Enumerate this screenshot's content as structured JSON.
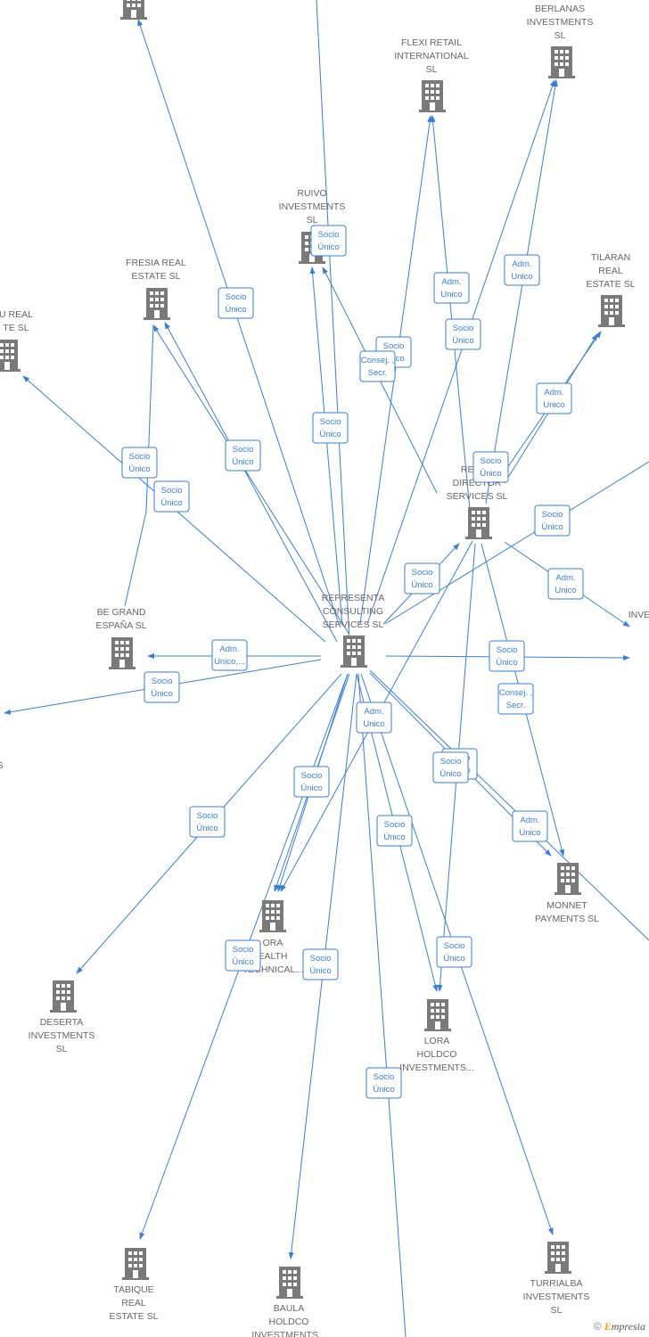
{
  "colors": {
    "edge": "#3a7fd5",
    "node_icon": "#7a7a7a",
    "node_text": "#666666"
  },
  "nodes": [
    {
      "id": "top",
      "lines": []
    },
    {
      "id": "berlanas",
      "lines": [
        "BERLANAS",
        "INVESTMENTS",
        "SL"
      ]
    },
    {
      "id": "flexi",
      "lines": [
        "FLEXI RETAIL",
        "INTERNATIONAL",
        "SL"
      ]
    },
    {
      "id": "ruivo",
      "lines": [
        "RUIVO",
        "INVESTMENTS",
        "SL"
      ]
    },
    {
      "id": "tilaran",
      "lines": [
        "TILARAN",
        "REAL",
        "ESTATE  SL"
      ]
    },
    {
      "id": "fresia",
      "lines": [
        "FRESIA REAL",
        "ESTATE  SL"
      ]
    },
    {
      "id": "ureal",
      "lines": [
        "U REAL",
        "TE  SL"
      ]
    },
    {
      "id": "repdirector",
      "lines": [
        "REPRE",
        "DIRECTOR",
        "SERVICES  SL"
      ]
    },
    {
      "id": "representa",
      "lines": [
        "REPRESENTA",
        "CONSULTING",
        "SERVICES  SL"
      ]
    },
    {
      "id": "begrand",
      "lines": [
        "BE GRAND",
        "ESPAÑA  SL"
      ]
    },
    {
      "id": "inve",
      "lines": [
        "INVE"
      ]
    },
    {
      "id": "leftS",
      "lines": [
        "S"
      ]
    },
    {
      "id": "monnet",
      "lines": [
        "MONNET",
        "PAYMENTS  SL"
      ]
    },
    {
      "id": "deserta",
      "lines": [
        "DESERTA",
        "INVESTMENTS",
        "SL"
      ]
    },
    {
      "id": "ora",
      "lines": [
        "ORA",
        "EALTH",
        "TECHNICAL..."
      ]
    },
    {
      "id": "lora",
      "lines": [
        "LORA",
        "HOLDCO",
        "INVESTMENTS..."
      ]
    },
    {
      "id": "tabique",
      "lines": [
        "TABIQUE",
        "REAL",
        "ESTATE  SL"
      ]
    },
    {
      "id": "baula",
      "lines": [
        "BAULA",
        "HOLDCO",
        "INVESTMENTS..."
      ]
    },
    {
      "id": "turrialba",
      "lines": [
        "TURRIALBA",
        "INVESTMENTS",
        "SL"
      ]
    }
  ],
  "edge_labels": [
    [
      "Socio",
      "Único"
    ],
    [
      "Socio",
      "Único"
    ],
    [
      "Socio",
      "Único"
    ],
    [
      "Adm.",
      "Unico"
    ],
    [
      "Socio",
      "Único"
    ],
    [
      "Adm.",
      "Unico"
    ],
    [
      "Socio",
      "Único"
    ],
    [
      "Consej. ,",
      "Secr."
    ],
    [
      "Socio",
      "Único"
    ],
    [
      "Socio",
      "Único"
    ],
    [
      "Adm.",
      "Unico"
    ],
    [
      "Socio",
      "Único"
    ],
    [
      "Socio",
      "Único"
    ],
    [
      "Socio",
      "Único"
    ],
    [
      "Socio",
      "Único"
    ],
    [
      "Adm.",
      "Unico"
    ],
    [
      "Socio",
      "Único"
    ],
    [
      "Adm.",
      "Unico,..."
    ],
    [
      "Socio",
      "Único"
    ],
    [
      "Socio",
      "Único"
    ],
    [
      "Consej. ,",
      "Secr."
    ],
    [
      "Adm.",
      "Unico"
    ],
    [
      "Socio",
      "Único"
    ],
    [
      "Socio",
      "Único"
    ],
    [
      "Adm.",
      "Unico"
    ],
    [
      "Socio",
      "Único"
    ],
    [
      "Socio",
      "Único"
    ],
    [
      "Socio",
      "Único"
    ],
    [
      "Socio",
      "Único"
    ],
    [
      "Socio",
      "Único"
    ],
    [
      "Socio",
      "Único"
    ],
    [
      "Socio",
      "Único"
    ]
  ],
  "footer": {
    "copyright": "©",
    "brand_first": "E",
    "brand_rest": "mpresia"
  }
}
